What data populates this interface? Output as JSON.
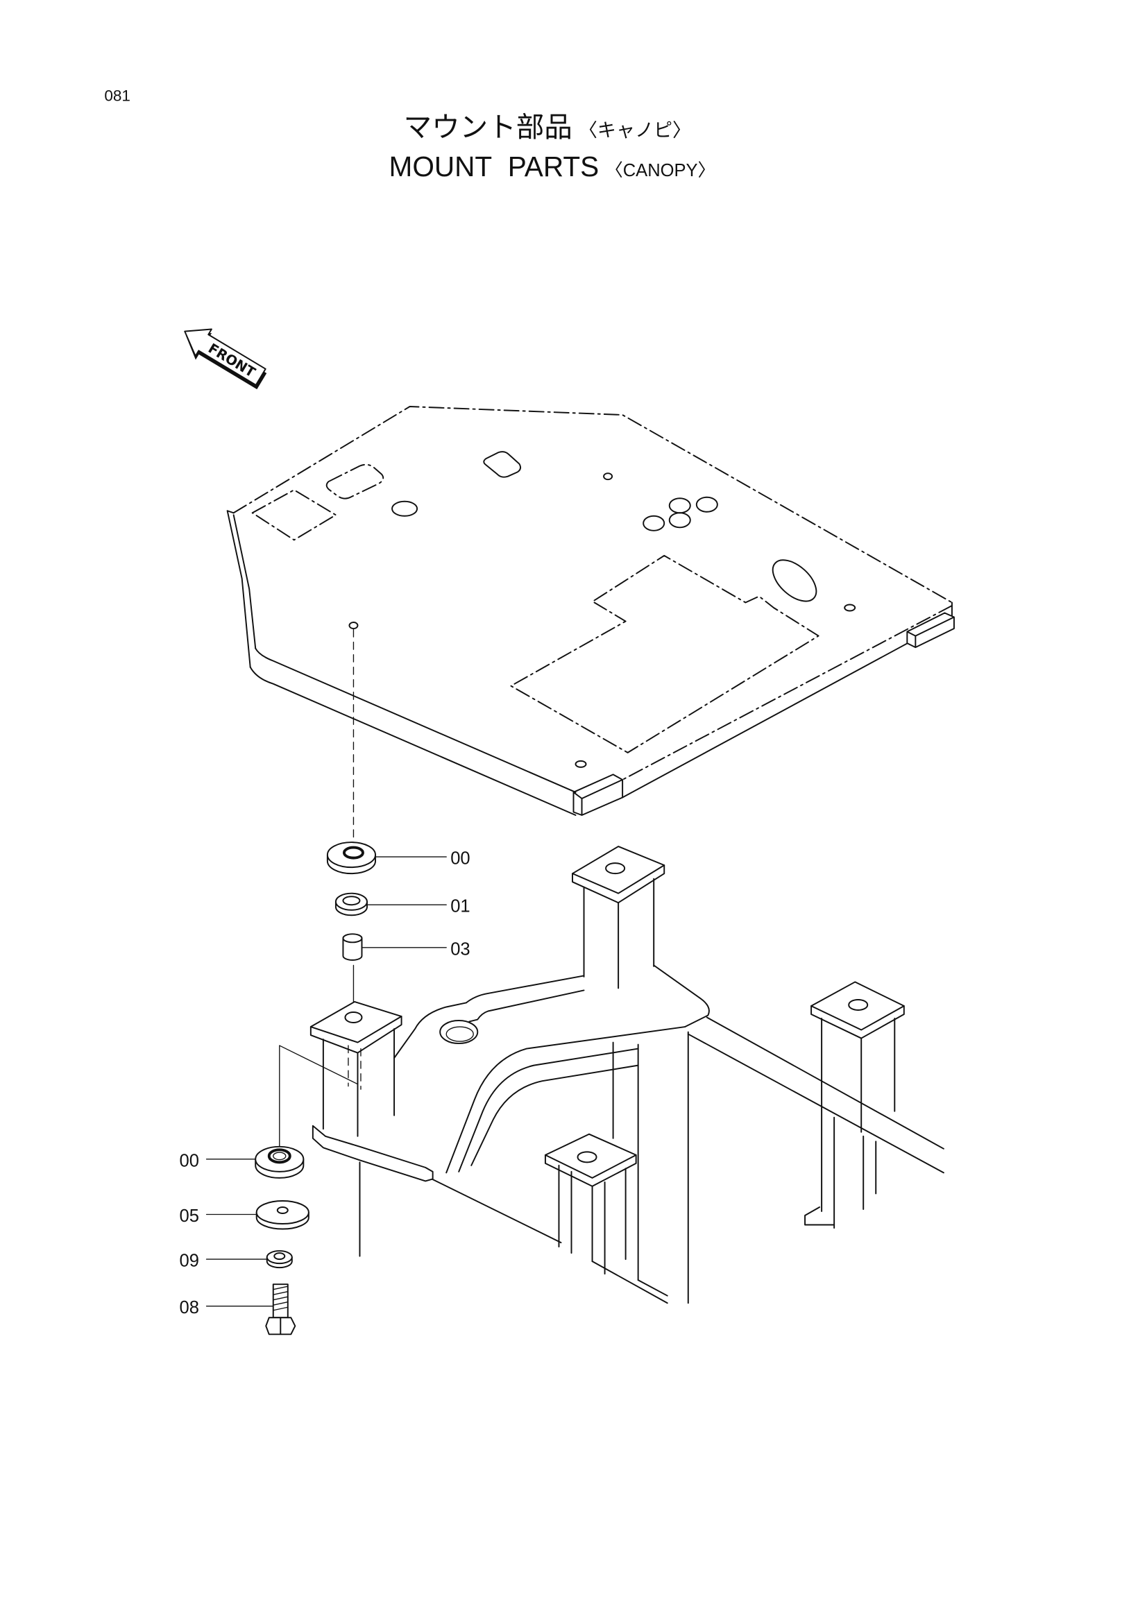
{
  "page_number": "081",
  "title": {
    "japanese": "マウント部品",
    "japanese_suffix": "〈キャノピ〉",
    "english": "MOUNT PARTS",
    "english_suffix": "〈CANOPY〉"
  },
  "front_arrow_label": "FRONT",
  "callouts": {
    "upper": [
      "00",
      "01",
      "03"
    ],
    "lower": [
      "00",
      "05",
      "09",
      "08"
    ]
  },
  "colors": {
    "ink": "#111111",
    "paper": "#ffffff"
  }
}
